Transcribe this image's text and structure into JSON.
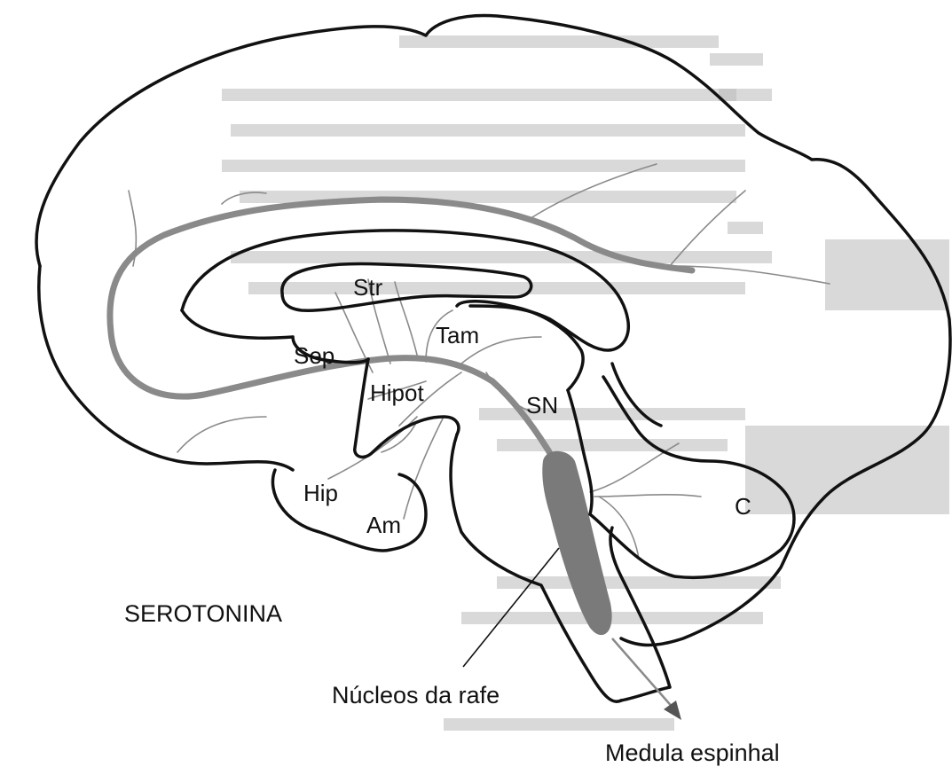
{
  "colors": {
    "outline": "#111111",
    "serotonin_tract": "#8a8a8a",
    "raphe_nuclei": "#7a7a7a",
    "background_text": "#c9c9c9"
  },
  "labels": {
    "str": "Str",
    "tam": "Tam",
    "sep": "Sep",
    "hipot": "Hipot",
    "sn": "SN",
    "hip": "Hip",
    "am": "Am",
    "c": "C"
  },
  "title": "SEROTONINA",
  "callouts": {
    "raphe": "Núcleos da rafe",
    "spinal": "Medula espinhal"
  }
}
